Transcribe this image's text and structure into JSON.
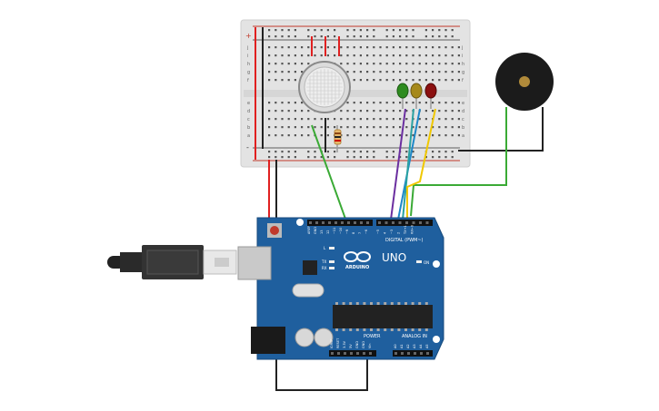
{
  "breadboard": {
    "rail_plus": "+",
    "rail_minus": "-",
    "row_letters_top": [
      "j",
      "i",
      "h",
      "g",
      "f"
    ],
    "row_letters_bottom": [
      "e",
      "d",
      "c",
      "b",
      "a"
    ],
    "column_count": 30
  },
  "arduino": {
    "brand": "ARDUINO",
    "model": "UNO",
    "digital_header_label": "DIGITAL (PWM~)",
    "power_label": "POWER",
    "analog_label": "ANALOG IN",
    "on_label": "ON",
    "l_label": "L",
    "tx_label": "TX",
    "rx_label": "RX",
    "aref_label": "AREF",
    "gnd_label": "GND",
    "digital_pins": [
      "13",
      "12",
      "~11",
      "~10",
      "~9",
      "8",
      "7",
      "~6",
      "~5",
      "4",
      "~3",
      "2",
      "TX→1",
      "RX←0"
    ],
    "power_pins": [
      "IOREF",
      "RESET",
      "3.3V",
      "5V",
      "GND",
      "GND",
      "Vin"
    ],
    "analog_pins": [
      "A0",
      "A1",
      "A2",
      "A3",
      "A4",
      "A5"
    ]
  },
  "leds": [
    {
      "color_name": "green",
      "color": "#2e8b1f"
    },
    {
      "color_name": "yellow",
      "color": "#a6891b"
    },
    {
      "color_name": "red",
      "color": "#8b1010"
    }
  ],
  "wire_colors": {
    "red": "#e02020",
    "black": "#222222",
    "green": "#3aaa35",
    "purple": "#6b2fa0",
    "blue": "#1e88c8",
    "teal": "#2aa1a1",
    "yellow": "#f0c800"
  },
  "board_color": "#1f5f9e"
}
